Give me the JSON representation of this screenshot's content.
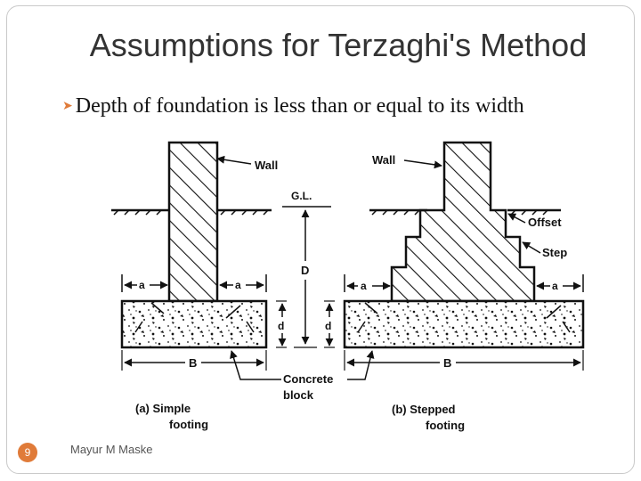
{
  "slide": {
    "title": "Assumptions for Terzaghi's Method",
    "bullet": "Depth of foundation is less than or equal to its width",
    "slide_number": "9",
    "author": "Mayur M Maske",
    "accent_color": "#e07b39",
    "bullet_icon": "orange-arrow-bullet-icon"
  },
  "diagram": {
    "labels": {
      "wall_left": "Wall",
      "wall_right": "Wall",
      "gl": "G.L.",
      "offset": "Offset",
      "step": "Step",
      "a": "a",
      "d": "d",
      "D": "D",
      "B": "B",
      "concrete": "Concrete",
      "block": "block",
      "caption_a_line1": "(a)  Simple",
      "caption_a_line2": "footing",
      "caption_b_line1": "(b)  Stepped",
      "caption_b_line2": "footing"
    }
  }
}
